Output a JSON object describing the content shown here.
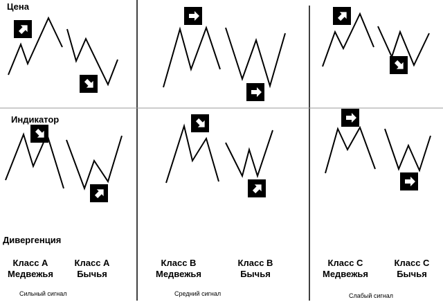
{
  "labels": {
    "price": "Цена",
    "indicator": "Индикатор",
    "divergence": "Дивергенция"
  },
  "classes": [
    {
      "name": "Класс A",
      "type": "Медвежья"
    },
    {
      "name": "Класс A",
      "type": "Бычья"
    },
    {
      "name": "Класс B",
      "type": "Медвежья"
    },
    {
      "name": "Класс B",
      "type": "Бычья"
    },
    {
      "name": "Класс C",
      "type": "Медвежья"
    },
    {
      "name": "Класс C",
      "type": "Бычья"
    }
  ],
  "signals": [
    "Сильный сигнал",
    "Средний сигнал",
    "Слабый сигнал"
  ],
  "arrows": {
    "icons": [
      "arrow-up-right-icon",
      "arrow-down-right-icon",
      "arrow-right-icon"
    ],
    "box_color": "#000000",
    "glyph_color": "#ffffff"
  },
  "colors": {
    "line": "#000000",
    "divider": "#999999"
  }
}
